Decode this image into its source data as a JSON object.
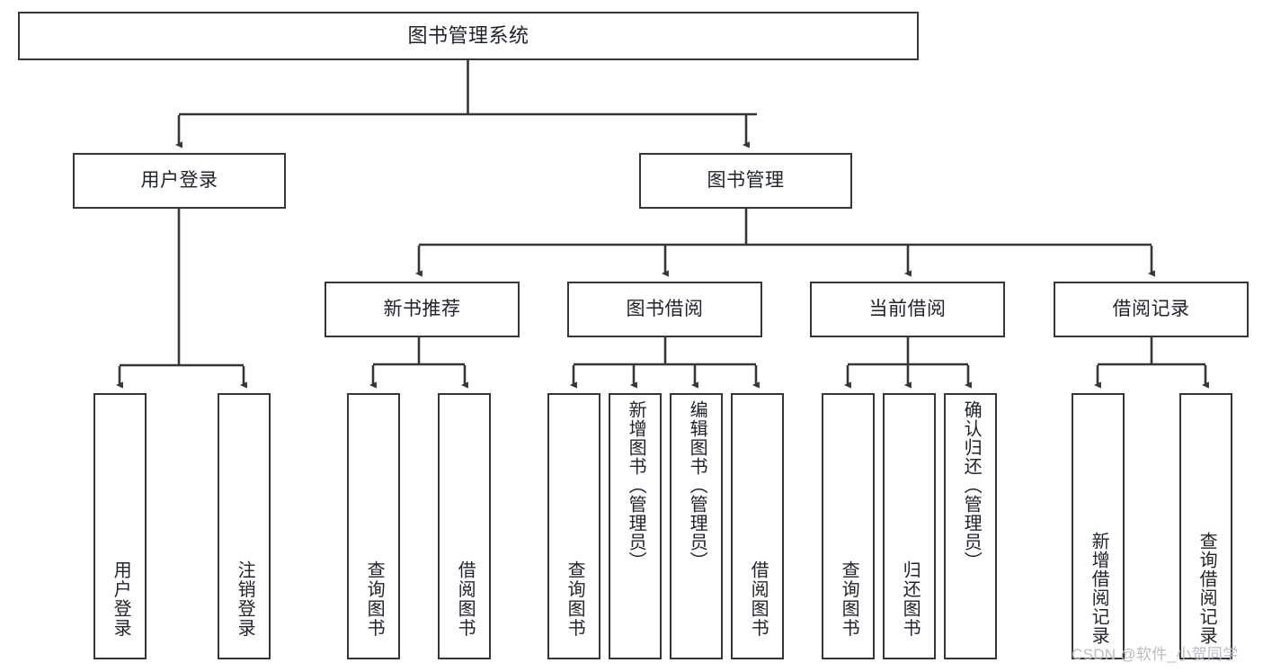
{
  "diagram": {
    "type": "tree-hierarchy",
    "title": "图书管理系统",
    "watermark": "CSDN @软件_小贺同学",
    "colors": {
      "box_border": "#33363b",
      "box_fill": "#ffffff",
      "connector": "#33363b",
      "text": "#20242b",
      "watermark": "#b9bcc0",
      "background": "#ffffff"
    },
    "nodes": {
      "root": {
        "label": "图书管理系统"
      },
      "level2": [
        {
          "label": "用户登录"
        },
        {
          "label": "图书管理"
        }
      ],
      "level3": [
        {
          "label": "新书推荐"
        },
        {
          "label": "图书借阅"
        },
        {
          "label": "当前借阅"
        },
        {
          "label": "借阅记录"
        }
      ],
      "leaves": {
        "user_login": [
          {
            "label": "用户登录"
          },
          {
            "label": "注销登录"
          }
        ],
        "new_book_recommend": [
          {
            "label": "查询图书"
          },
          {
            "label": "借阅图书"
          }
        ],
        "book_borrow": [
          {
            "label": "查询图书"
          },
          {
            "label": "新增图书（管理员）"
          },
          {
            "label": "编辑图书（管理员）"
          },
          {
            "label": "借阅图书"
          }
        ],
        "current_borrow": [
          {
            "label": "查询图书"
          },
          {
            "label": "归还图书"
          },
          {
            "label": "确认归还（管理员）"
          }
        ],
        "borrow_record": [
          {
            "label": "新增借阅记录"
          },
          {
            "label": "查询借阅记录"
          }
        ]
      }
    }
  }
}
